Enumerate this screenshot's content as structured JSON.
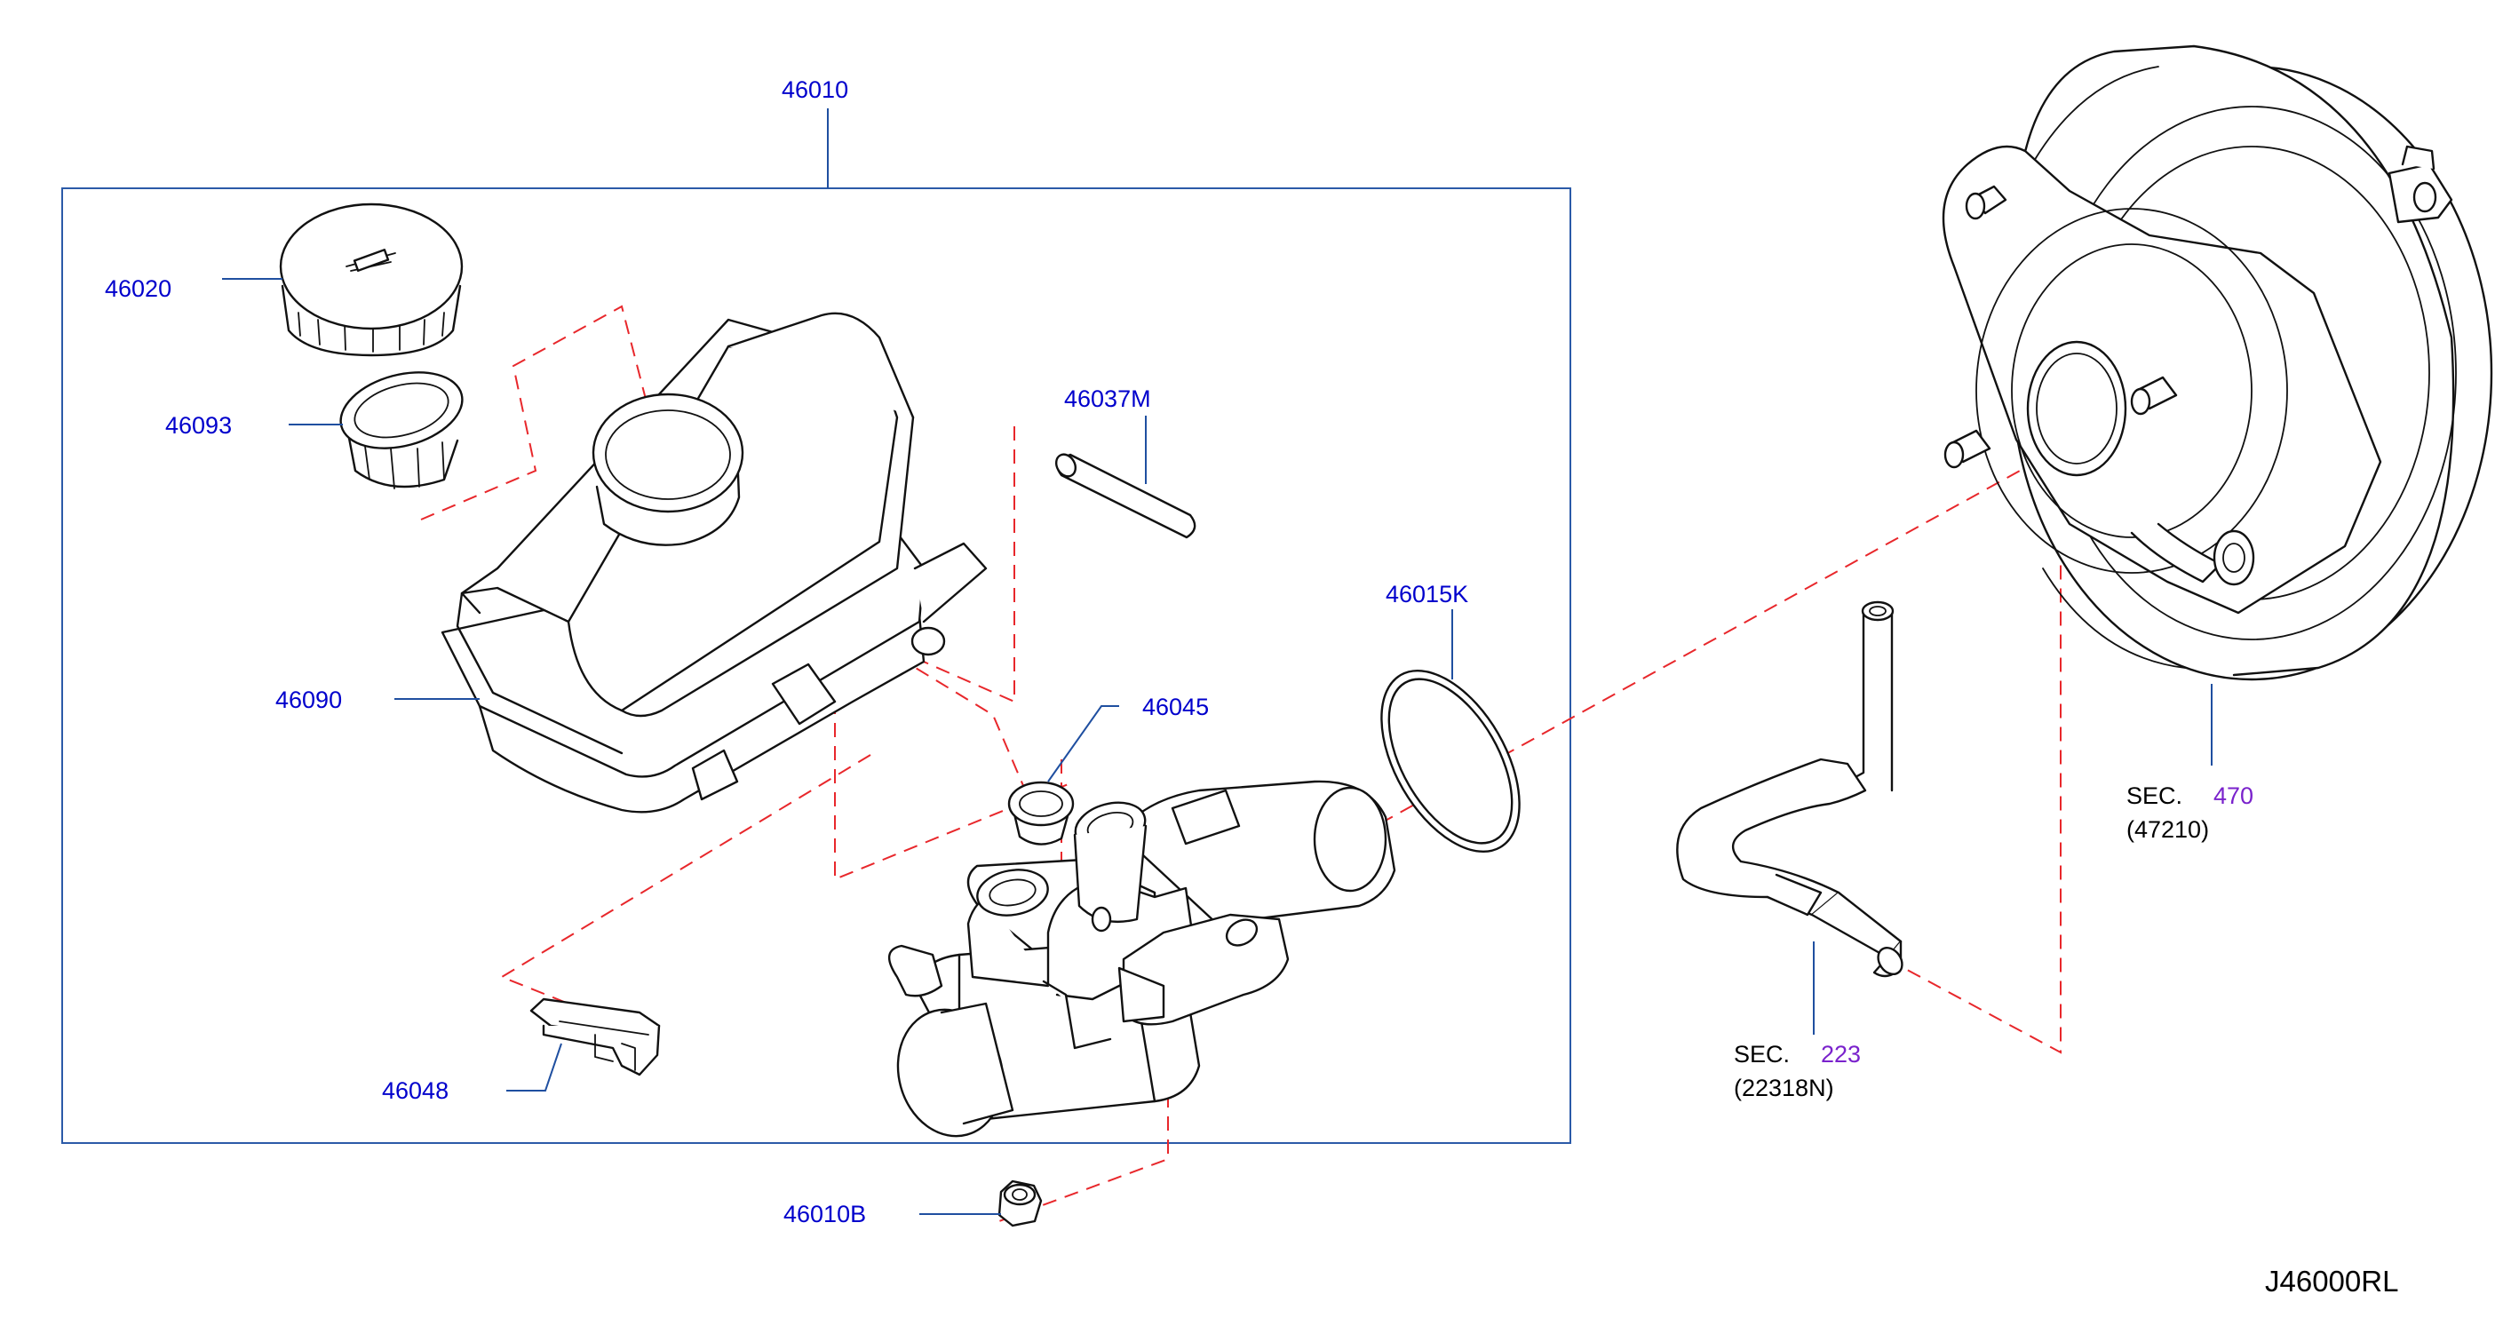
{
  "diagram_code": "J46000RL",
  "parts": {
    "p46010": "46010",
    "p46020": "46020",
    "p46093": "46093",
    "p46037M": "46037M",
    "p46015K": "46015K",
    "p46090": "46090",
    "p46045": "46045",
    "p46048": "46048",
    "p46010B": "46010B"
  },
  "sections": {
    "booster": {
      "prefix": "SEC.",
      "number": "470",
      "part": "(47210)"
    },
    "hose": {
      "prefix": "SEC.",
      "number": "223",
      "part": "(22318N)"
    }
  },
  "colors": {
    "label": "#0000cc",
    "section_number": "#7a22cc",
    "dashed_line": "#e8272b",
    "leader": "#1f4fa0",
    "frame": "#2b5aa8"
  }
}
